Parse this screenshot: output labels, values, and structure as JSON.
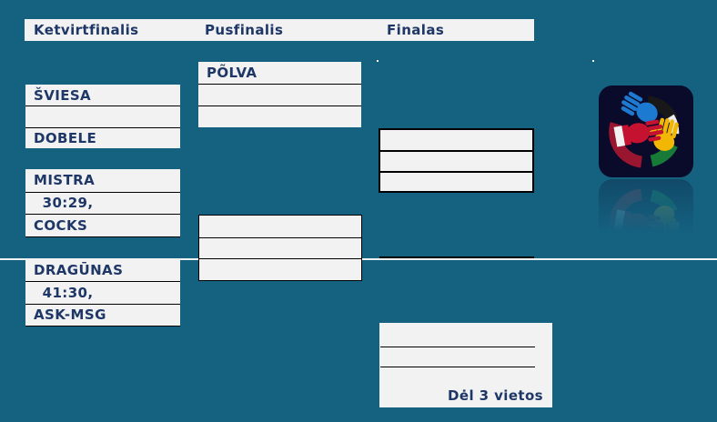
{
  "headers": {
    "quarterfinals": "Ketvirtfinalis",
    "semifinals": "Pusfinalis",
    "finals": "Finalas"
  },
  "bracket": {
    "qf1": {
      "rows": [
        "ŠVIESA",
        "",
        "DOBELE"
      ]
    },
    "qf2": {
      "rows": [
        "MISTRA",
        " 30:29,",
        "COCKS"
      ]
    },
    "qf3": {
      "rows": [
        "DRAGŪNAS",
        " 41:30,",
        "ASK-MSG"
      ]
    },
    "sf1": {
      "rows": [
        "PÕLVA",
        "",
        ""
      ]
    },
    "sf2": {
      "rows": [
        "",
        "",
        ""
      ]
    },
    "final": {
      "rows": [
        "",
        "",
        ""
      ]
    },
    "third_place": {
      "label": "Dėl 3 vietos"
    }
  },
  "colors": {
    "background_teal": "#156180",
    "box_fill": "#f2f2f2",
    "text_navy": "#1e3766",
    "line_black": "#000000"
  },
  "logo": {
    "name": "handball-hands-logo",
    "colors": {
      "tile": "#0a0a2a",
      "blue_hand": "#1d7ad1",
      "black_arc": "#181818",
      "white_tip": "#ececec",
      "red_hand": "#c41230",
      "flag_white": "#f2f2f2",
      "yellow_hand": "#f2b705",
      "green_arc": "#177a36",
      "crimson_arc": "#9a1630"
    }
  }
}
